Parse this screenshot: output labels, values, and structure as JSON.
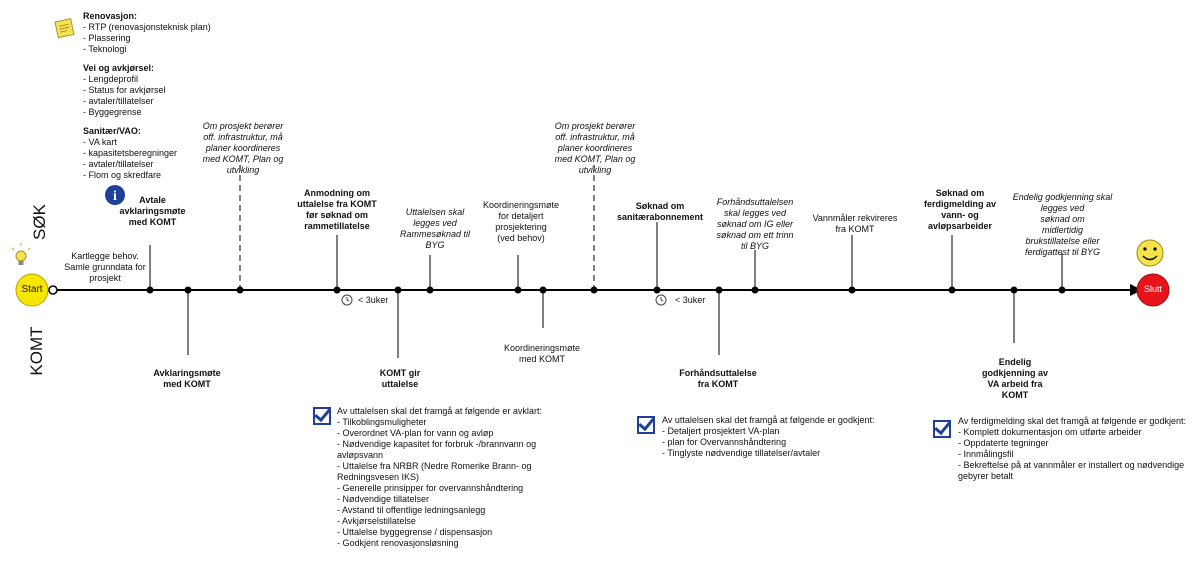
{
  "lanes": {
    "top": "SØK",
    "bottom": "KOMT"
  },
  "terminals": {
    "start": "Start",
    "end": "Slutt"
  },
  "note": {
    "renovasjon_title": "Renovasjon:",
    "renovasjon_items": [
      "- RTP (renovasjonsteknisk plan)",
      "- Plassering",
      "- Teknologi"
    ],
    "vei_title": "Vei og avkjørsel:",
    "vei_items": [
      "- Lengdeprofil",
      "- Status for avkjørsel",
      "- avtaler/tillatelser",
      "- Byggegrense"
    ],
    "sanitaer_title": "Sanitær/VAO:",
    "sanitaer_items": [
      "- VA kart",
      "- kapasitetsberegninger",
      "- avtaler/tillatelser",
      "- Flom og skredfare"
    ]
  },
  "top_labels": {
    "kartlegge": "Kartlegge behov.\nSamle grunndata for\nprosjekt",
    "avtale": "Avtale\navklaringsmøte\nmed KOMT",
    "infra1": "Om prosjekt berører\noff. infrastruktur, må\nplaner koordineres\nmed KOMT, Plan og\nutvikling",
    "anmodning": "Anmodning om\nuttalelse fra KOMT\nfør søknad om\nrammetillatelse",
    "uttalelse_rammesoknad": "Uttalelsen skal\nlegges ved\nRammesøknad til\nBYG",
    "koordineringsmote_soker": "Koordineringsmøte\nfor detaljert\nprosjektering\n(ved behov)",
    "infra2": "Om prosjekt berører\noff. infrastruktur, må\nplaner koordineres\nmed KOMT, Plan og\nutvikling",
    "soknad_sanitaer": "Søknad om\nsanitærabonnement",
    "forhandsuttalelsen": "Forhåndsuttalelsen\nskal legges ved\nsøknad om IG eller\nsøknad om ett trinn\ntil BYG",
    "vannmaler": "Vannmåler rekvireres\nfra KOMT",
    "soknad_ferdigmelding": "Søknad om\nferdigmelding av\nvann- og\navløpsarbeider",
    "endelig_godkjenning_soker": "Endelig godkjenning skal\nlegges ved\nsøknad om\nmidlertidig\nbrukstillatelse eller\nferdigattest til BYG"
  },
  "timers": {
    "first": "< 3uker",
    "second": "< 3uker"
  },
  "bottom_labels": {
    "avklaringsmote": "Avklaringsmøte\nmed KOMT",
    "komt_gir": "KOMT gir\nuttalelse",
    "koordineringsmote_komt": "Koordineringsmøte\nmed KOMT",
    "forhandsuttalelse": "Forhåndsuttalelse\nfra KOMT",
    "endelig_godkjenning_komt": "Endelig\ngodkjenning av\nVA arbeid fra\nKOMT"
  },
  "checklists": [
    {
      "title": "Av uttalelsen skal det framgå at følgende er avklart:",
      "items": [
        "- Tilkoblingsmuligheter",
        "- Overordnet VA-plan for vann og avløp",
        "- Nødvendige kapasitet for forbruk -/brannvann og\n   avløpsvann",
        "- Uttalelse fra NRBR (Nedre Romerike Brann- og\n   Redningsvesen IKS)",
        "- Generelle prinsipper for overvannshåndtering",
        "- Nødvendige tillatelser",
        "- Avstand til  offentlige ledningsanlegg",
        " ",
        "- Avkjørselstillatelse",
        "- Uttalelse byggegrense / dispensasjon",
        " ",
        "- Godkjent renovasjonsløsning"
      ]
    },
    {
      "title": "Av uttalelsen skal det framgå at følgende er godkjent:",
      "items": [
        "- Detaljert prosjektert VA-plan",
        "- plan for Overvannshåndtering",
        "- Tinglyste nødvendige tillatelser/avtaler"
      ]
    },
    {
      "title": "Av ferdigmelding skal det framgå at følgende er godkjent:",
      "items": [
        "- Komplett dokumentasjon om utførte arbeider",
        "- Oppdaterte tegninger",
        "- Innmålingsfil",
        "- Bekreftelse på at vannmåler er installert og nødvendige\n   gebyrer betalt"
      ]
    }
  ],
  "colors": {
    "start": "#f7e600",
    "end": "#e8141b",
    "check": "#1f3f99",
    "info": "#1f3f99",
    "smiley": "#f4e34a"
  }
}
